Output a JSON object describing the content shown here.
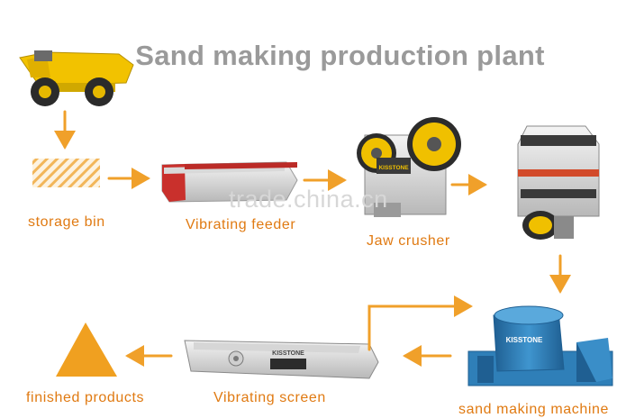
{
  "title": "Sand making production plant",
  "watermark": "trade.china.cn",
  "brand": "KISSTONE",
  "labels": {
    "storage_bin": "storage bin",
    "vibrating_feeder": "Vibrating feeder",
    "jaw_crusher": "Jaw crusher",
    "sand_making_machine": "sand making machine",
    "vibrating_screen": "Vibrating screen",
    "finished_products": "finished products"
  },
  "colors": {
    "arrow": "#f0a02a",
    "label": "#e07a12",
    "title": "#9a9a9a",
    "truck": "#f2c200",
    "product": "#f0a020",
    "machine_blue": "#2f7fb8"
  }
}
